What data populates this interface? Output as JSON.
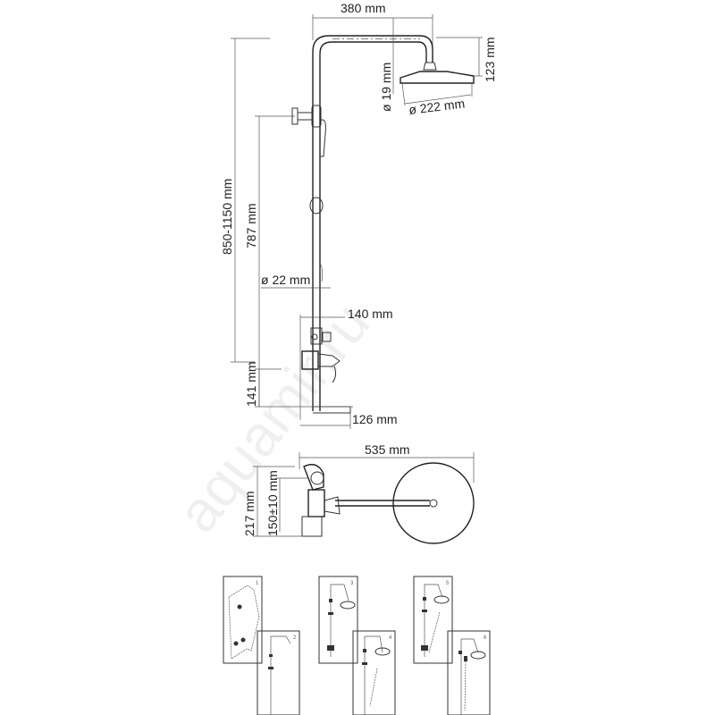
{
  "watermark": "aquamir.ru",
  "dimensions": {
    "arm_length": "380 mm",
    "head_height": "123 mm",
    "arm_diameter": "ø 19 mm",
    "head_diameter": "ø 222 mm",
    "total_height": "850-1150 mm",
    "bar_height": "787 mm",
    "pipe_diameter": "ø 22 mm",
    "mixer_width": "140 mm",
    "mixer_height": "141 mm",
    "spout_length": "126 mm",
    "projection": "535 mm",
    "top_depth": "217 mm",
    "axis_spacing": "150±10 mm"
  },
  "variants": [
    {
      "number": "1"
    },
    {
      "number": "2"
    },
    {
      "number": "3"
    },
    {
      "number": "4"
    },
    {
      "number": "5"
    },
    {
      "number": "6"
    }
  ]
}
